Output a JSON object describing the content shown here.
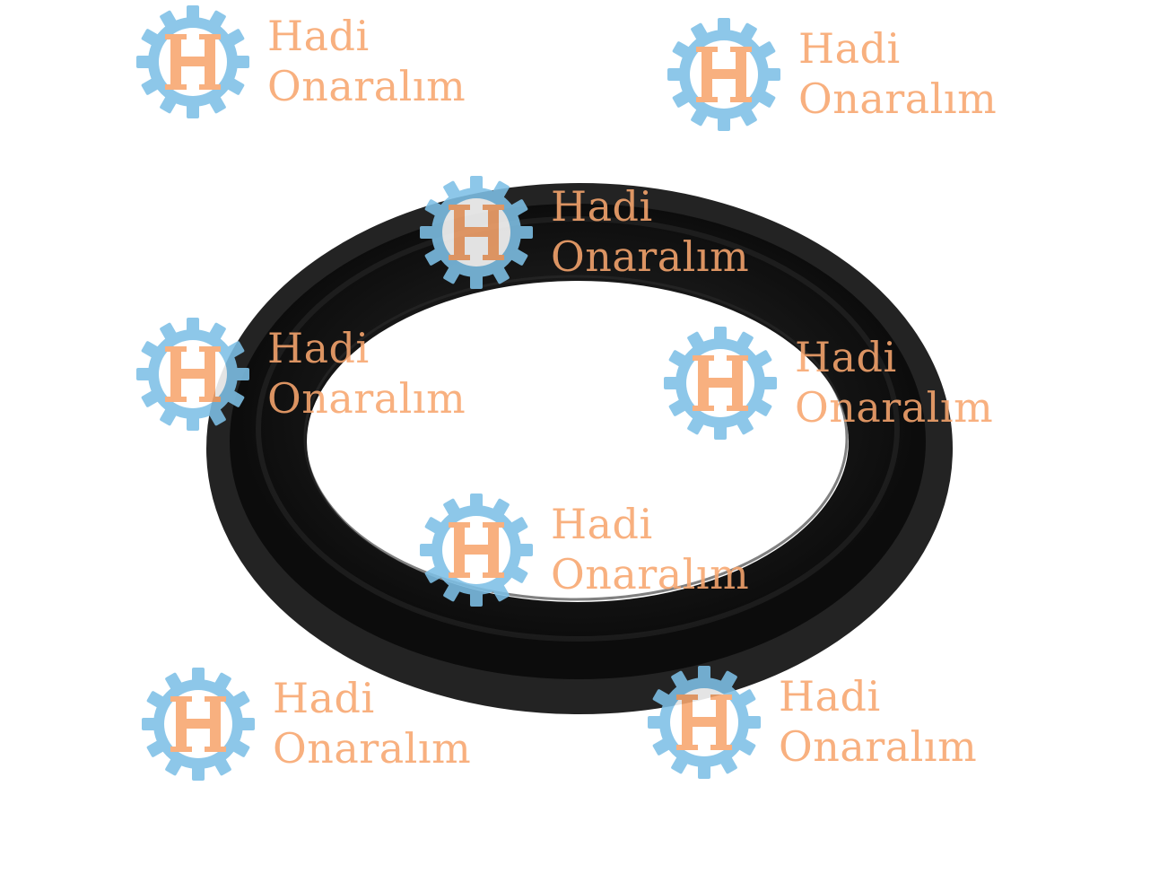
{
  "watermark": {
    "line1": "Hadi",
    "line2": "Onaralım",
    "logo_letter": "H",
    "colors": {
      "gear": "#7ec0e6",
      "text": "#f8a66e"
    },
    "icon": "gear-icon"
  },
  "object": {
    "icon": "o-ring",
    "color": "#161616"
  }
}
